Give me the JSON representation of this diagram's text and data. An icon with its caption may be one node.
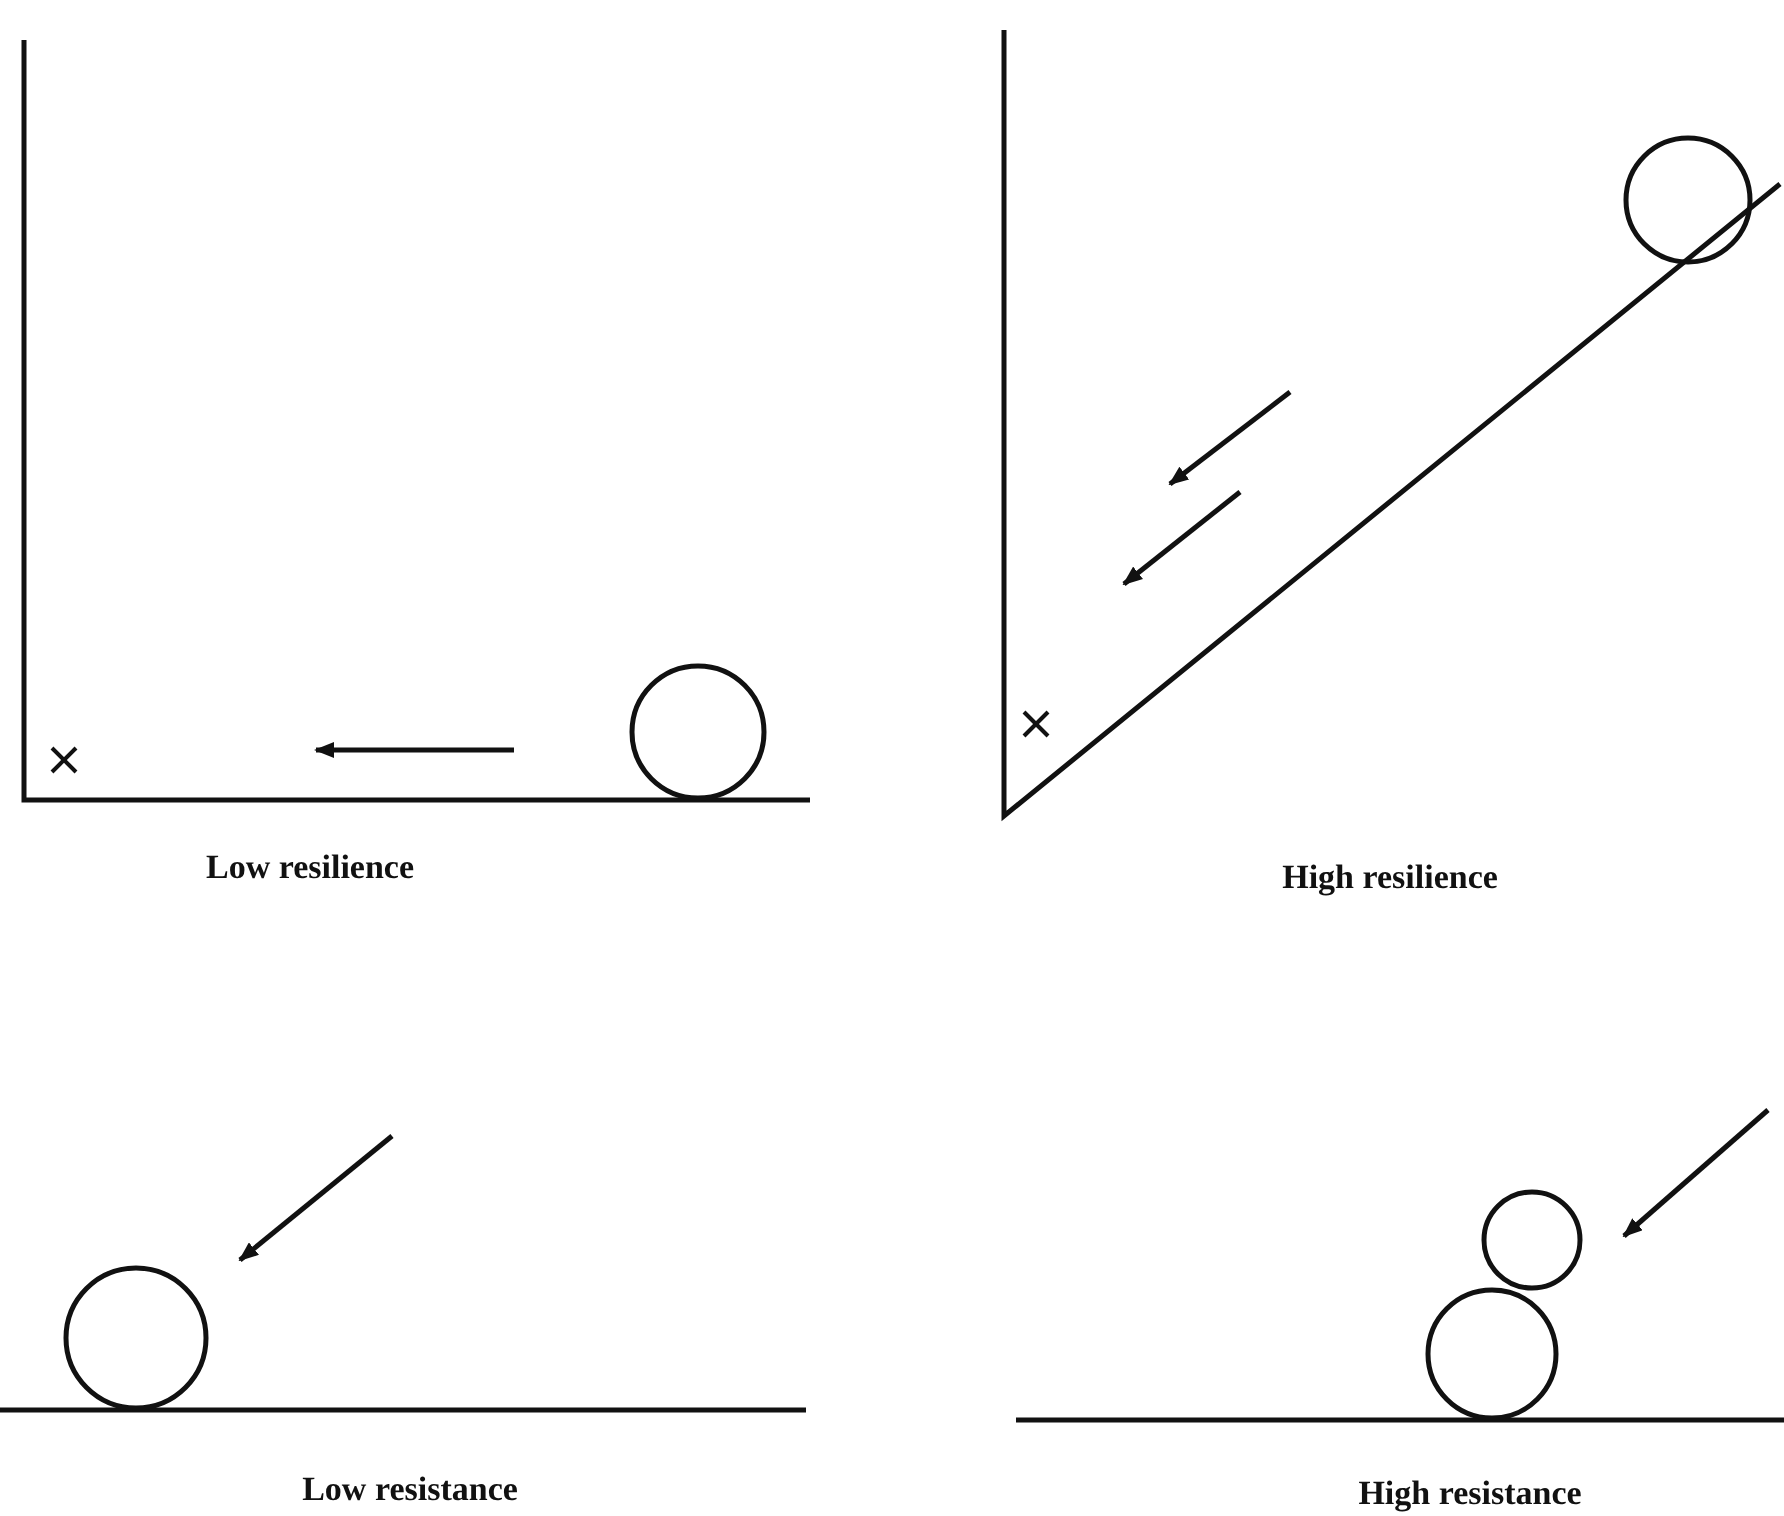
{
  "diagram": {
    "labels": [
      "Low resilience",
      "High resilience",
      "Low resistance",
      "High resistance"
    ]
  }
}
